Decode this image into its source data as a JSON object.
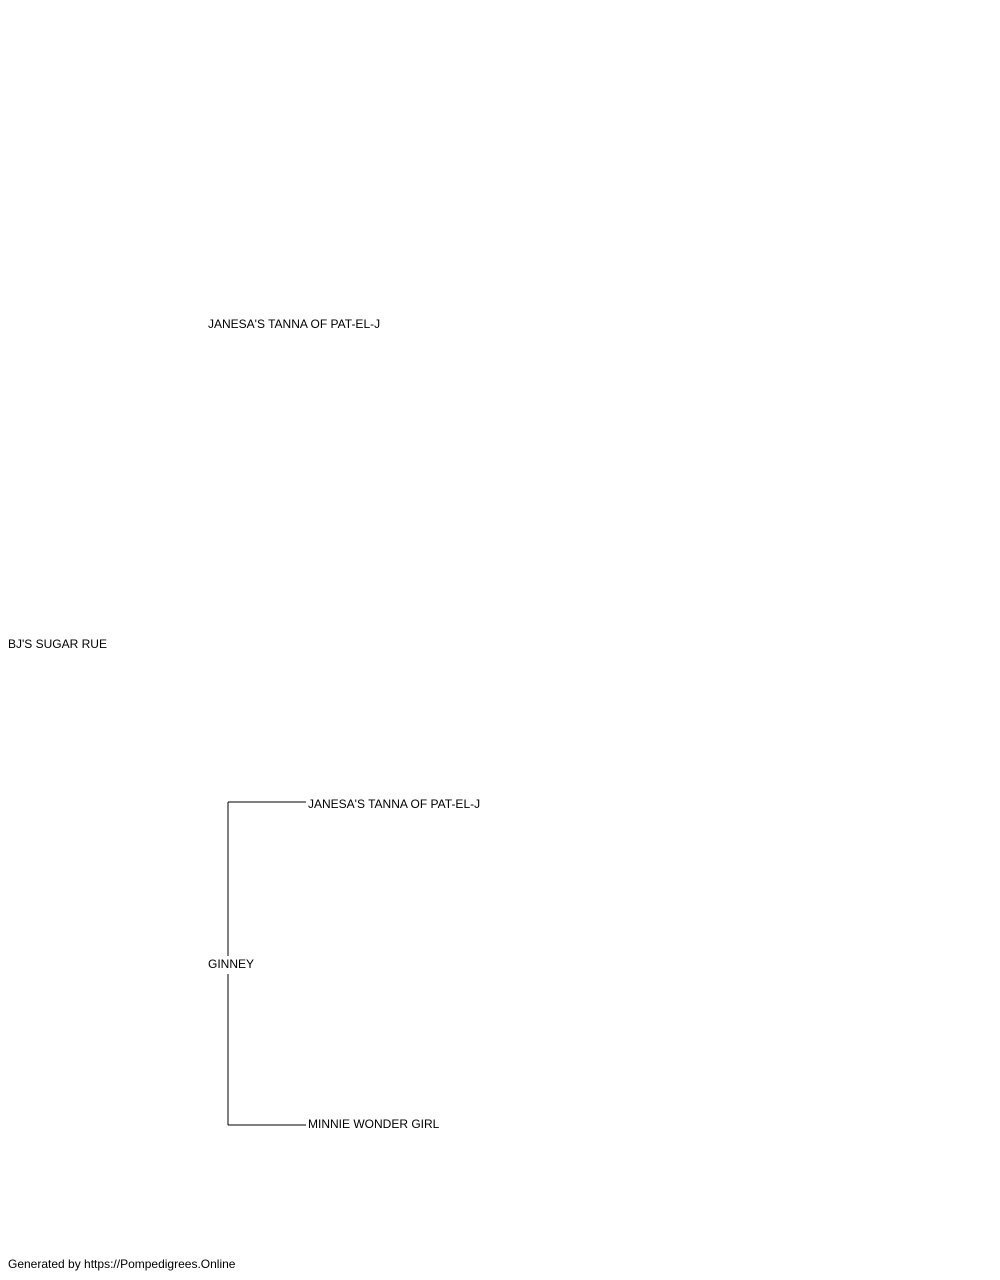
{
  "pedigree": {
    "subject": "BJ'S SUGAR RUE",
    "sire": "JANESA'S TANNA OF PAT-EL-J",
    "dam": "GINNEY",
    "dam_sire": "JANESA'S TANNA OF PAT-EL-J",
    "dam_dam": "MINNIE WONDER GIRL"
  },
  "footer": {
    "credit": "Generated by https://Pompedigrees.Online"
  }
}
